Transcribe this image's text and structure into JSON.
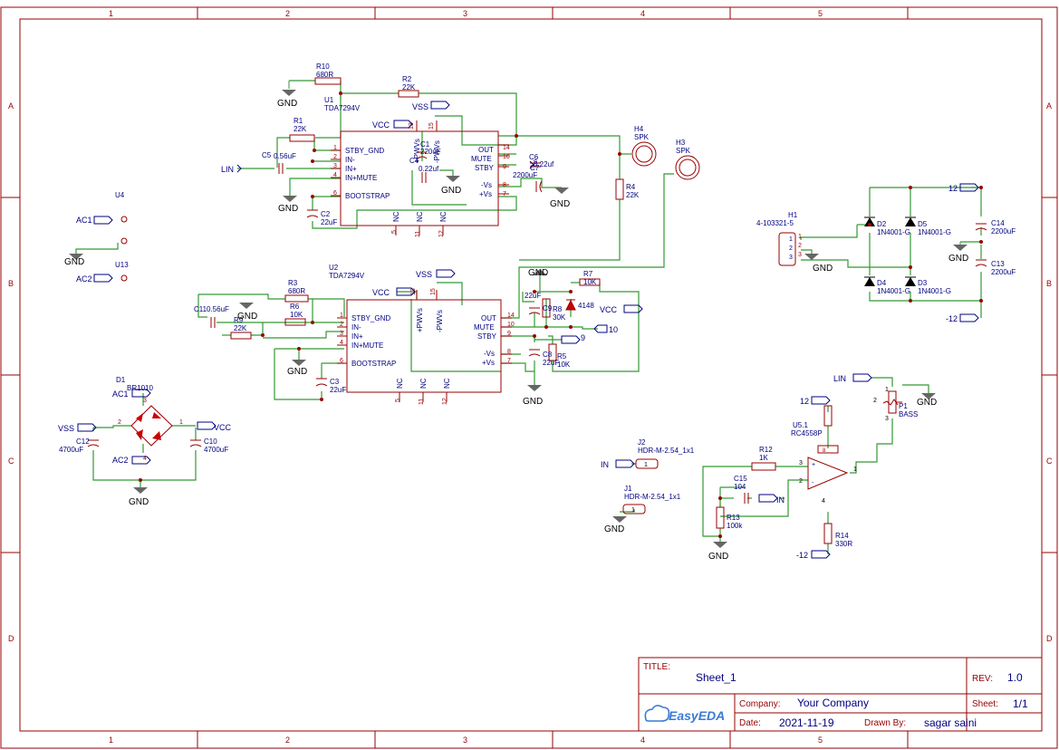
{
  "frame": {
    "cols": [
      "1",
      "2",
      "3",
      "4",
      "5"
    ],
    "rows": [
      "A",
      "B",
      "C",
      "D"
    ]
  },
  "title_block": {
    "title_label": "TITLE:",
    "title_value": "Sheet_1",
    "rev_label": "REV:",
    "rev_value": "1.0",
    "company_label": "Company:",
    "company_value": "Your Company",
    "sheet_label": "Sheet:",
    "sheet_value": "1/1",
    "date_label": "Date:",
    "date_value": "2021-11-19",
    "drawn_label": "Drawn By:",
    "drawn_value": "sagar saini",
    "logo": "EasyEDA"
  },
  "components": {
    "u1": {
      "ref": "U1",
      "part": "TDA7294V"
    },
    "u2": {
      "ref": "U2",
      "part": "TDA7294V"
    },
    "r10": {
      "ref": "R10",
      "val": "680R"
    },
    "r2": {
      "ref": "R2",
      "val": "22K"
    },
    "r1": {
      "ref": "R1",
      "val": "22K"
    },
    "r3": {
      "ref": "R3",
      "val": "680R"
    },
    "r6": {
      "ref": "R6",
      "val": "10K"
    },
    "r9": {
      "ref": "R9",
      "val": "22K"
    },
    "r4": {
      "ref": "R4",
      "val": "22K"
    },
    "r7": {
      "ref": "R7",
      "val": "10K"
    },
    "r8": {
      "ref": "R8",
      "val": "30K"
    },
    "r5": {
      "ref": "R5",
      "val": "10K"
    },
    "r12": {
      "ref": "R12",
      "val": "1K"
    },
    "r13": {
      "ref": "R13",
      "val": "100k"
    },
    "r14": {
      "ref": "R14",
      "val": "330R"
    },
    "c5": {
      "ref": "C5",
      "val": "0.56uF"
    },
    "c2": {
      "ref": "C2",
      "val": "22uF"
    },
    "c11": {
      "ref": "C11",
      "val": "0.56uF"
    },
    "c3": {
      "ref": "C3",
      "val": "22uF"
    },
    "c1": {
      "ref": "C1",
      "val": "220uF"
    },
    "c4": {
      "ref": "C4",
      "val": "0.22uf"
    },
    "c6": {
      "ref": "C6",
      "val": "0.22uf"
    },
    "c7": {
      "ref": "C7",
      "val": "2200uF"
    },
    "c8": {
      "ref": "C8",
      "val": "22uF"
    },
    "c9": {
      "ref": "C9",
      "val": "22uF"
    },
    "c10": {
      "ref": "C10",
      "val": "4700uF"
    },
    "c12": {
      "ref": "C12",
      "val": "4700uF"
    },
    "c13": {
      "ref": "C13",
      "val": "2200uF"
    },
    "c14": {
      "ref": "C14",
      "val": "2200uF"
    },
    "c15": {
      "ref": "C15",
      "val": "104"
    },
    "d1": {
      "ref": "D1",
      "val": "BR1010"
    },
    "d2": {
      "ref": "D2",
      "val": "1N4001-G"
    },
    "d3": {
      "ref": "D3",
      "val": "1N4001-G"
    },
    "d4": {
      "ref": "D4",
      "val": "1N4001-G"
    },
    "d5": {
      "ref": "D5",
      "val": "1N4001-G"
    },
    "d_4148": {
      "val": "4148"
    },
    "h1": {
      "ref": "H1",
      "val": "4-103321-5"
    },
    "h3": {
      "ref": "H3",
      "val": "SPK"
    },
    "h4": {
      "ref": "H4",
      "val": "SPK"
    },
    "j1": {
      "ref": "J1",
      "val": "HDR-M-2.54_1x1"
    },
    "j2": {
      "ref": "J2",
      "val": "HDR-M-2.54_1x1"
    },
    "u4": {
      "ref": "U4"
    },
    "u13": {
      "ref": "U13"
    },
    "u5": {
      "ref": "U5.1",
      "val": "RC4558P"
    },
    "p1": {
      "ref": "P1",
      "val": "BASS"
    }
  },
  "u_pins": {
    "left": [
      "STBY_GND",
      "IN-",
      "IN+",
      "IN+MUTE",
      "BOOTSTRAP"
    ],
    "left_nums": [
      "1",
      "2",
      "3",
      "4",
      "6"
    ],
    "right": [
      "OUT",
      "MUTE",
      "STBY",
      "-Vs",
      "+Vs"
    ],
    "right_nums": [
      "14",
      "10",
      "9",
      "8",
      "7"
    ],
    "top": [
      "+PWVs",
      "-PWVs"
    ],
    "top_nums": [
      "13",
      "15"
    ],
    "bottom": [
      "NC",
      "NC",
      "NC"
    ],
    "bottom_nums": [
      "5",
      "11",
      "12"
    ]
  },
  "nets": {
    "gnd": "GND",
    "vcc": "VCC",
    "vss": "VSS",
    "lin": "LIN",
    "in": "IN",
    "ac1": "AC1",
    "ac2": "AC2",
    "p12": "12",
    "m12": "-12",
    "n9": "9",
    "n10": "10"
  }
}
